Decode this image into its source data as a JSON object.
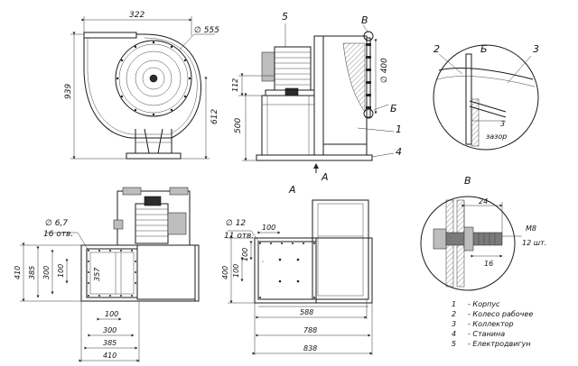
{
  "dims": {
    "front_width": "322",
    "front_diameter": "∅ 555",
    "front_height_total": "939",
    "front_height_outlet": "612",
    "side_height_base": "500",
    "side_height_axis": "112",
    "side_diameter_400": "∅ 400",
    "top_d67": "∅ 6,7",
    "top_16holes": "16 отв.",
    "top_410": "410",
    "top_385": "385",
    "top_300": "300",
    "top_100v": "100",
    "top_357": "357",
    "top_100h": "100",
    "top_300h": "300",
    "top_385h": "385",
    "top_410h": "410",
    "plan_d12": "∅ 12",
    "plan_11holes": "11 отв.",
    "plan_100": "100",
    "plan_400": "400",
    "plan_100v": "100",
    "plan_100v2": "100",
    "plan_588": "588",
    "plan_788": "788",
    "plan_838": "838",
    "detV_24": "24",
    "detV_16": "16",
    "detV_m8": "M8",
    "detV_12sht": "12 шт.",
    "detB_3": "3",
    "detB_zazor": "зазор"
  },
  "labels": {
    "side_5": "5",
    "side_V": "В",
    "side_B": "Б",
    "side_1": "1",
    "side_4": "4",
    "arrow_A": "А",
    "plan_A": "А",
    "det_2": "2",
    "det_B": "Б",
    "det_3": "3",
    "det_V": "В"
  },
  "legend": [
    {
      "num": "1",
      "text": "- Корпус"
    },
    {
      "num": "2",
      "text": "- Колесо рабочее"
    },
    {
      "num": "3",
      "text": "- Коллектор"
    },
    {
      "num": "4",
      "text": "- Станина"
    },
    {
      "num": "5",
      "text": "- Електродвигун"
    }
  ]
}
